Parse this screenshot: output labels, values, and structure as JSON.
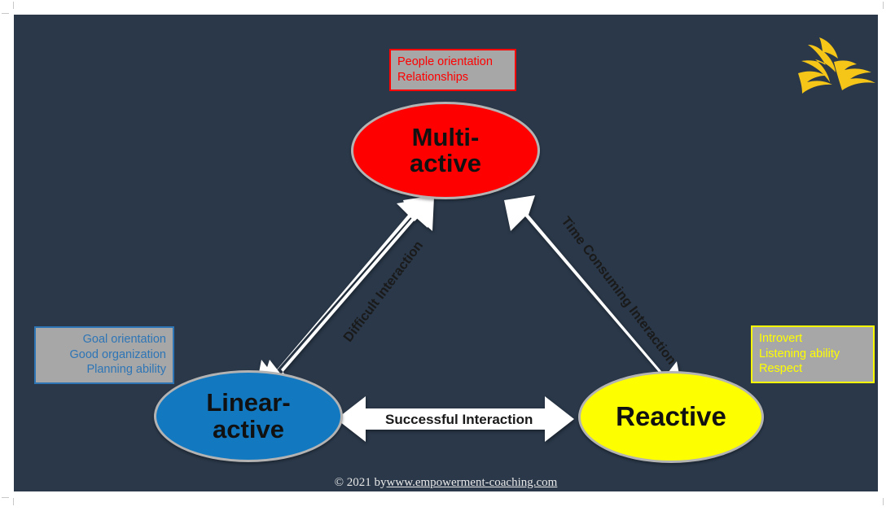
{
  "slide": {
    "background_color": "#2a3849",
    "page_background": "#ffffff"
  },
  "logo": {
    "name": "bird-phoenix-logo",
    "color": "#f5c518"
  },
  "nodes": [
    {
      "id": "multi-active",
      "label_line1": "Multi-",
      "label_line2": "active",
      "fill": "#fe0000",
      "border": "#b3b3b3",
      "text_color": "#111111"
    },
    {
      "id": "linear-active",
      "label_line1": "Linear-",
      "label_line2": "active",
      "fill": "#1279c1",
      "border": "#b3b3b3",
      "text_color": "#111111"
    },
    {
      "id": "reactive",
      "label_line1": "Reactive",
      "label_line2": "",
      "fill": "#fdff00",
      "border": "#b3b3b3",
      "text_color": "#111111"
    }
  ],
  "notes": [
    {
      "id": "people-orientation",
      "text": "People orientation\nRelationships",
      "text_color": "#fe0000",
      "border_color": "#fe0000",
      "fill": "#a7a7a7",
      "align": "left"
    },
    {
      "id": "goal-orientation",
      "text": "Goal orientation\nGood organization\nPlanning ability",
      "text_color": "#2e75b6",
      "border_color": "#2e75b6",
      "fill": "#a7a7a7",
      "align": "right"
    },
    {
      "id": "introvert",
      "text": "Introvert\nListening ability\nRespect",
      "text_color": "#ffff00",
      "border_color": "#ffff00",
      "fill": "#a7a7a7",
      "align": "left"
    }
  ],
  "arrows": [
    {
      "id": "difficult-interaction",
      "label": "Difficult Interaction",
      "from": "linear-active",
      "to": "multi-active",
      "double_headed": true,
      "color": "#ffffff",
      "rotation_deg": -53
    },
    {
      "id": "time-consuming-interaction",
      "label": "Time Consuming Interaction",
      "from": "multi-active",
      "to": "reactive",
      "double_headed": true,
      "color": "#ffffff",
      "rotation_deg": 53
    },
    {
      "id": "successful-interaction",
      "label": "Successful Interaction",
      "from": "linear-active",
      "to": "reactive",
      "double_headed": true,
      "color": "#ffffff",
      "rotation_deg": 0
    }
  ],
  "footer": {
    "copyright": "© 2021 by",
    "link_text": "www.empowerment-coaching.com"
  }
}
